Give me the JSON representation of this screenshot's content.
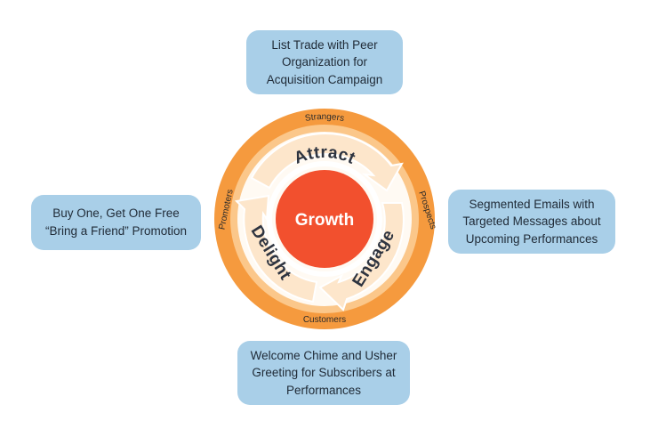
{
  "colors": {
    "outer_ring": "#f59a3e",
    "middle_ring": "#fbc78a",
    "segments": "#fde6cb",
    "center": "#f2502e",
    "callout_bg": "#a9cfe8"
  },
  "flywheel": {
    "center_label": "Growth",
    "stages": {
      "attract": "Attract",
      "engage": "Engage",
      "delight": "Delight"
    },
    "ring_labels": {
      "strangers": "Strangers",
      "prospects": "Prospects",
      "customers": "Customers",
      "promoters": "Promoters"
    }
  },
  "callouts": {
    "top": [
      "List Trade with Peer",
      "Organization for",
      "Acquisition Campaign"
    ],
    "left": [
      "Buy One, Get One Free",
      "“Bring a Friend” Promotion"
    ],
    "right": [
      "Segmented Emails with",
      "Targeted Messages about",
      "Upcoming Performances"
    ],
    "bottom": [
      "Welcome Chime and Usher",
      "Greeting for Subscribers at",
      "Performances"
    ]
  }
}
